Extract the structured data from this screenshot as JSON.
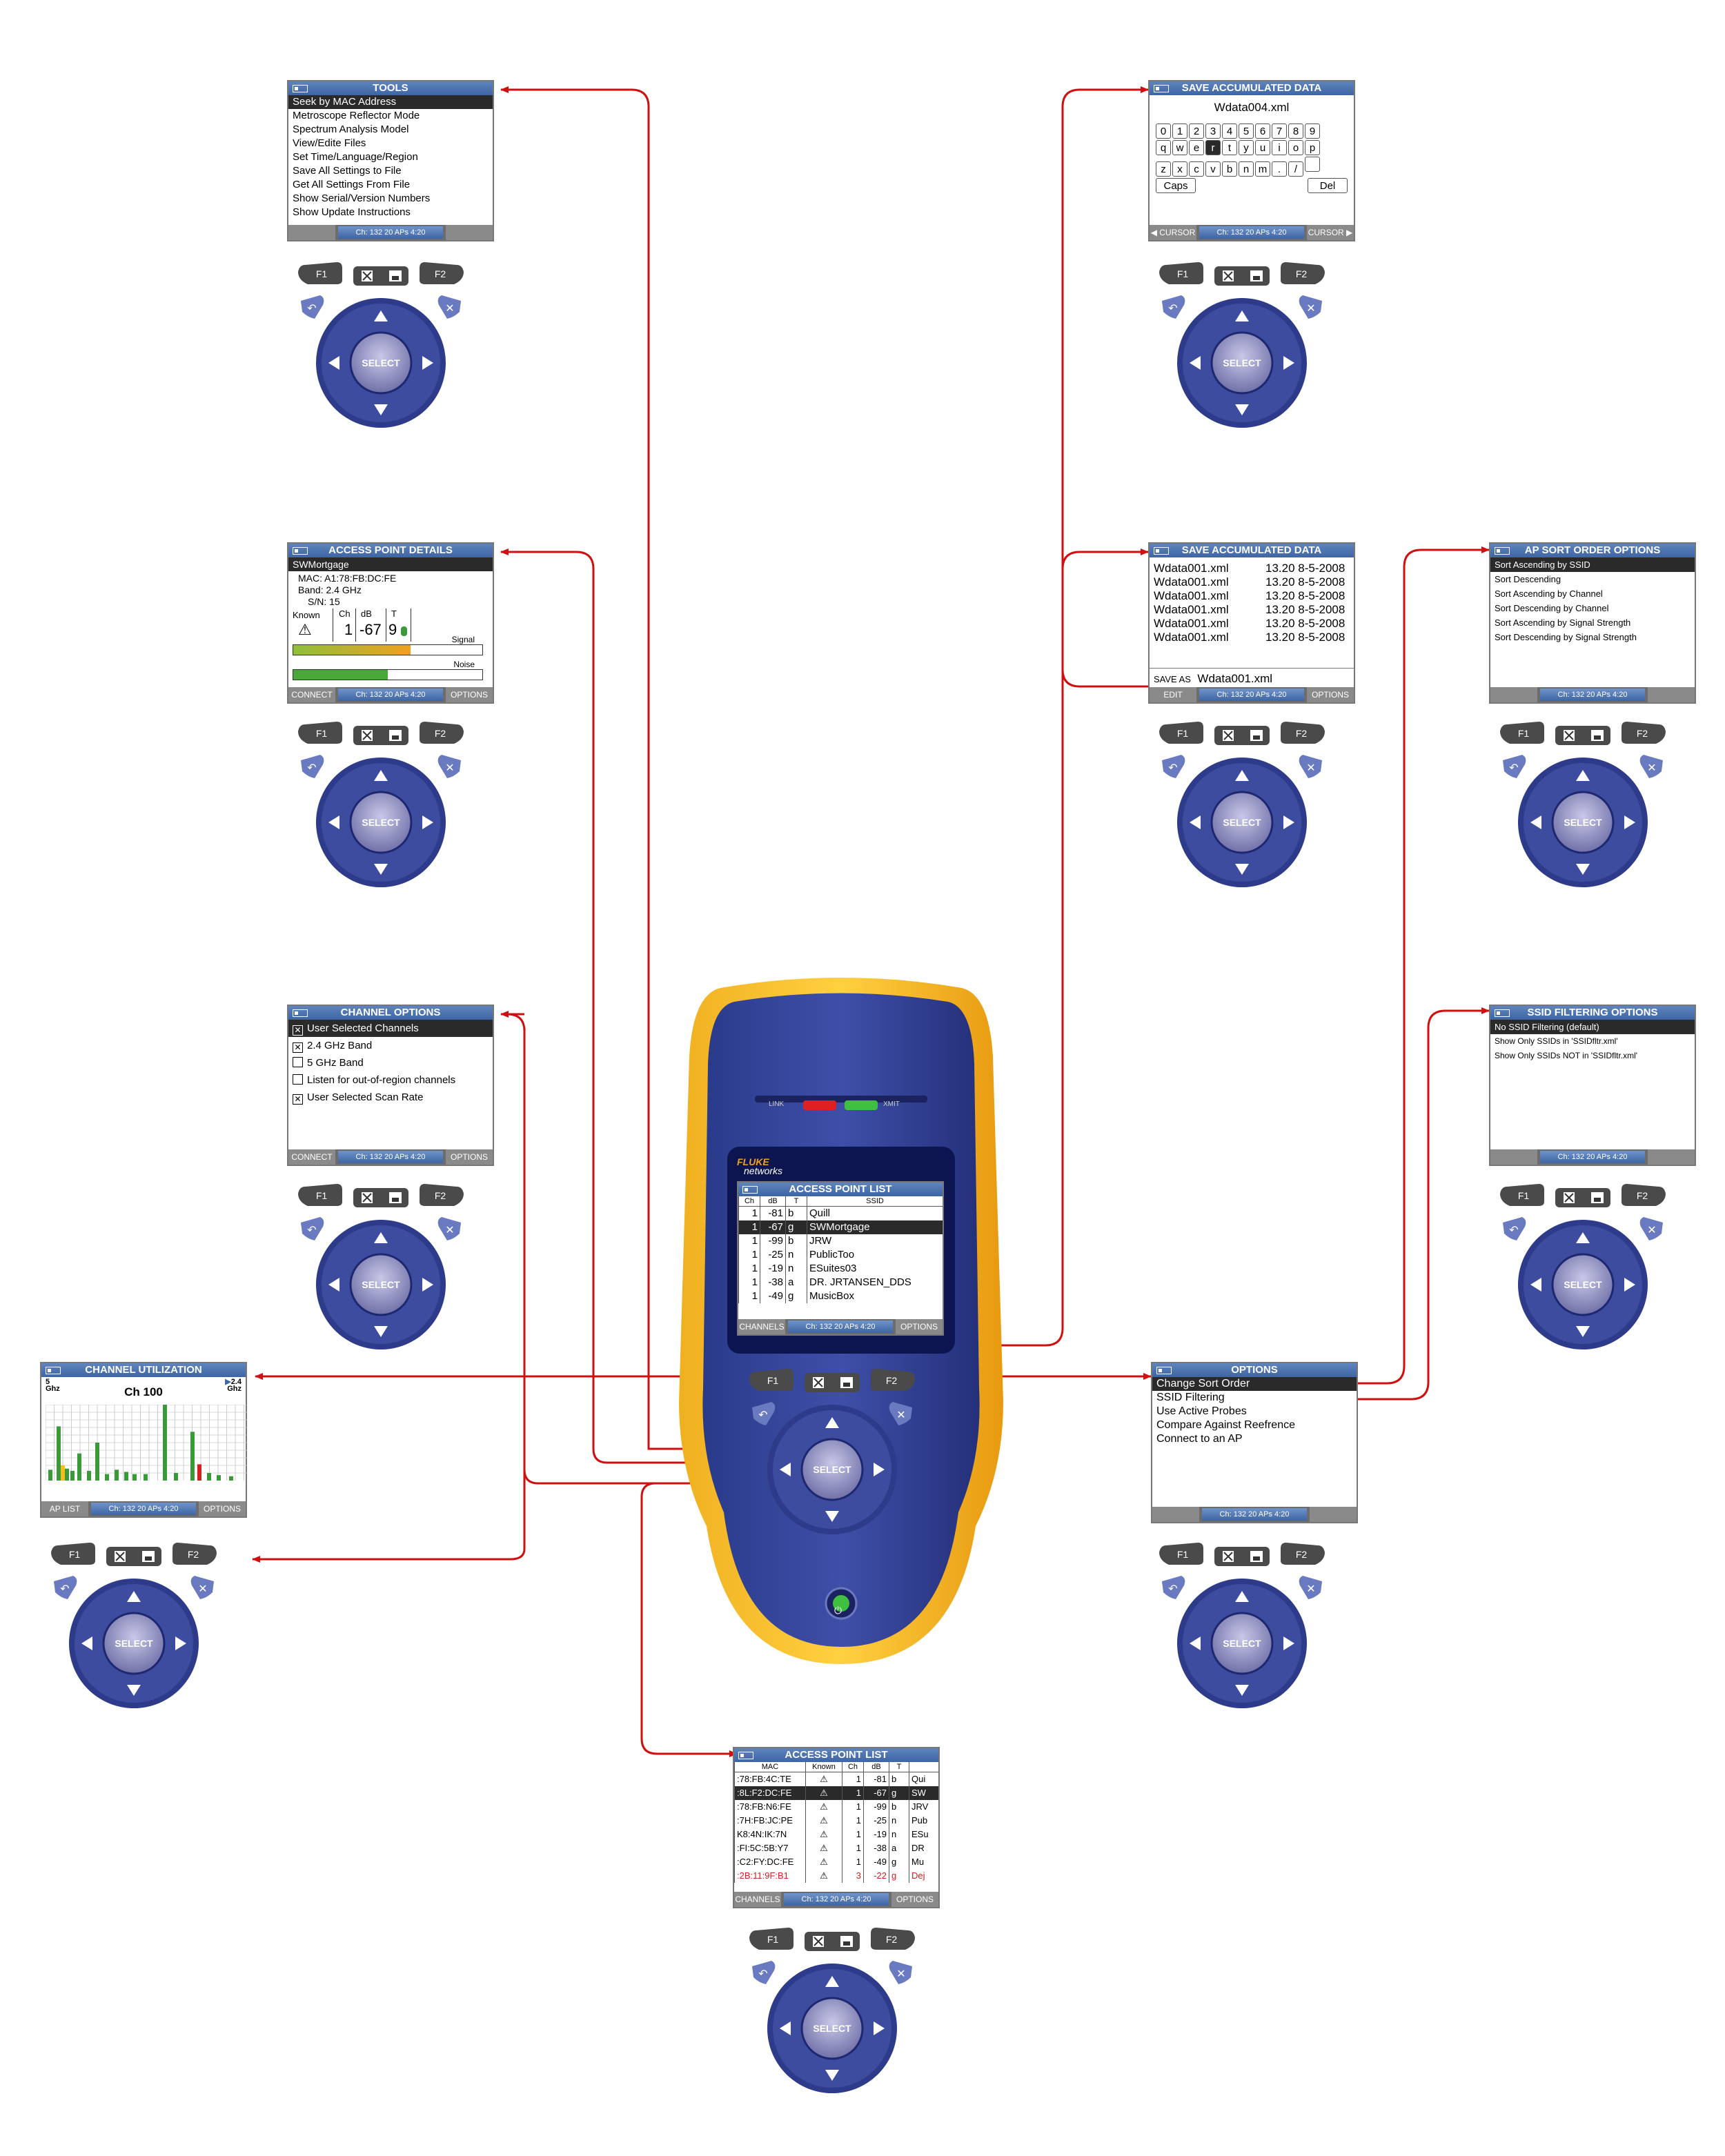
{
  "tools": {
    "title": "TOOLS",
    "items": [
      "Seek by MAC Address",
      "Metroscope Reflector Mode",
      "Spectrum Analysis Model",
      "View/Edite Files",
      "Set Time/Language/Region",
      "Save All Settings to File",
      "Get All Settings From File",
      "Show Serial/Version Numbers",
      "Show Update Instructions"
    ],
    "status": "Ch: 132      20 APs      4:20"
  },
  "save_kb": {
    "title": "SAVE ACCUMULATED DATA",
    "filename": "Wdata004.xml",
    "keys_row1": [
      "0",
      "1",
      "2",
      "3",
      "4",
      "5",
      "6",
      "7",
      "8",
      "9"
    ],
    "keys_row2": [
      "q",
      "w",
      "e",
      "r",
      "t",
      "y",
      "u",
      "i",
      "o",
      "p"
    ],
    "keys_row3": [
      "z",
      "x",
      "c",
      "v",
      "b",
      "n",
      "m",
      ".",
      "/",
      ""
    ],
    "caps": "Caps",
    "del": "Del",
    "left": "◀ CURSOR",
    "right": "CURSOR ▶",
    "status": "Ch: 132      20 APs      4:20"
  },
  "ap_details": {
    "title": "ACCESS POINT DETAILS",
    "ssid": "SWMortgage",
    "mac_label": "MAC:",
    "mac": "A1:78:FB:DC:FE",
    "band_label": "Band:",
    "band": "2.4 GHz",
    "sn_label": "S/N:",
    "sn": "15",
    "known": "Known",
    "ch_h": "Ch",
    "db_h": "dB",
    "t_h": "T",
    "ch": "1",
    "db": "-67",
    "t": "9",
    "signal": "Signal",
    "noise": "Noise",
    "signal_level": 0.62,
    "noise_level": 0.5,
    "left": "CONNECT",
    "right": "OPTIONS",
    "status": "Ch: 132      20 APs      4:20"
  },
  "save_list": {
    "title": "SAVE ACCUMULATED DATA",
    "files": [
      {
        "name": "Wdata001.xml",
        "date": "13.20 8-5-2008"
      },
      {
        "name": "Wdata001.xml",
        "date": "13.20 8-5-2008"
      },
      {
        "name": "Wdata001.xml",
        "date": "13.20 8-5-2008"
      },
      {
        "name": "Wdata001.xml",
        "date": "13.20 8-5-2008"
      },
      {
        "name": "Wdata001.xml",
        "date": "13.20 8-5-2008"
      },
      {
        "name": "Wdata001.xml",
        "date": "13.20 8-5-2008"
      }
    ],
    "save_as_label": "SAVE AS",
    "save_as_value": "Wdata001.xml",
    "left": "EDIT",
    "right": "OPTIONS",
    "status": "Ch: 132      20 APs      4:20"
  },
  "sort": {
    "title": "AP SORT ORDER OPTIONS",
    "items": [
      "Sort Ascending by SSID",
      "Sort Descending",
      "Sort Ascending by Channel",
      "Sort Descending by Channel",
      "Sort Ascending by Signal Strength",
      "Sort Descending by Signal Strength"
    ],
    "status": "Ch: 132      20 APs      4:20"
  },
  "channel_opts": {
    "title": "CHANNEL OPTIONS",
    "items": [
      {
        "label": "User Selected Channels",
        "checked": true
      },
      {
        "label": "2.4 GHz Band",
        "checked": true
      },
      {
        "label": "5 GHz Band",
        "checked": false
      },
      {
        "label": "Listen for out-of-region channels",
        "checked": false
      },
      {
        "label": "User Selected Scan Rate",
        "checked": true
      }
    ],
    "left": "CONNECT",
    "right": "OPTIONS",
    "status": "Ch: 132      20 APs      4:20"
  },
  "ssid_filter": {
    "title": "SSID FILTERING OPTIONS",
    "items": [
      "No SSID Filtering (default)",
      "Show Only SSIDs in 'SSIDfltr.xml'",
      "Show Only SSIDs NOT in 'SSIDfltr.xml'"
    ],
    "status": "Ch: 132      20 APs      4:20"
  },
  "chan_util": {
    "title": "CHANNEL UTILIZATION",
    "left_band": "5",
    "left_unit": "Ghz",
    "right_band": "2.4",
    "right_unit": "Ghz",
    "channel": "Ch 100",
    "left": "AP LIST",
    "right": "OPTIONS",
    "status": "Ch: 132      20 APs      4:20"
  },
  "options": {
    "title": "OPTIONS",
    "items": [
      "Change Sort Order",
      "SSID Filtering",
      "Use Active Probes",
      "Compare Against Reefrence",
      "Connect to an AP"
    ],
    "status": "Ch: 132      20 APs      4:20"
  },
  "device": {
    "link": "LINK",
    "xmit": "XMIT",
    "brand": "FLUKE",
    "brand_sub": "networks",
    "screen_title": "ACCESS POINT LIST",
    "headers": [
      "Ch",
      "dB",
      "T",
      "SSID"
    ],
    "rows": [
      {
        "ch": "1",
        "db": "-81",
        "t": "b",
        "ssid": "Quill"
      },
      {
        "ch": "1",
        "db": "-67",
        "t": "g",
        "ssid": "SWMortgage"
      },
      {
        "ch": "1",
        "db": "-99",
        "t": "b",
        "ssid": "JRW"
      },
      {
        "ch": "1",
        "db": "-25",
        "t": "n",
        "ssid": "PublicToo"
      },
      {
        "ch": "1",
        "db": "-19",
        "t": "n",
        "ssid": "ESuites03"
      },
      {
        "ch": "1",
        "db": "-38",
        "t": "a",
        "ssid": "DR. JRTANSEN_DDS"
      },
      {
        "ch": "1",
        "db": "-49",
        "t": "g",
        "ssid": "MusicBox"
      }
    ],
    "left": "CHANNELS",
    "right": "OPTIONS",
    "status": "Ch: 132   20 APs   4:20"
  },
  "ap_list_wide": {
    "title": "ACCESS POINT LIST",
    "headers": [
      "MAC",
      "Known",
      "Ch",
      "dB",
      "T",
      ""
    ],
    "rows": [
      {
        "mac": ":78:FB:4C:TE",
        "ch": "1",
        "db": "-81",
        "t": "b",
        "ssid": "Qui",
        "red": false
      },
      {
        "mac": ":8L:F2:DC:FE",
        "ch": "1",
        "db": "-67",
        "t": "g",
        "ssid": "SW",
        "red": false
      },
      {
        "mac": ":78:FB:N6:FE",
        "ch": "1",
        "db": "-99",
        "t": "b",
        "ssid": "JRV",
        "red": false
      },
      {
        "mac": ":7H:FB:JC:PE",
        "ch": "1",
        "db": "-25",
        "t": "n",
        "ssid": "Pub",
        "red": false
      },
      {
        "mac": "K8:4N:IK:7N",
        "ch": "1",
        "db": "-19",
        "t": "n",
        "ssid": "ESu",
        "red": false
      },
      {
        "mac": ":FI:5C:5B:Y7",
        "ch": "1",
        "db": "-38",
        "t": "a",
        "ssid": "DR",
        "red": false
      },
      {
        "mac": ":C2:FY:DC:FE",
        "ch": "1",
        "db": "-49",
        "t": "g",
        "ssid": "Mu",
        "red": false
      },
      {
        "mac": ":2B:11:9F:B1",
        "ch": "3",
        "db": "-22",
        "t": "g",
        "ssid": "Dej",
        "red": true
      }
    ],
    "left": "CHANNELS",
    "right": "OPTIONS",
    "status": "Ch: 132      20 APs      4:20"
  },
  "keypad": {
    "f1": "F1",
    "f2": "F2",
    "select": "SELECT"
  }
}
